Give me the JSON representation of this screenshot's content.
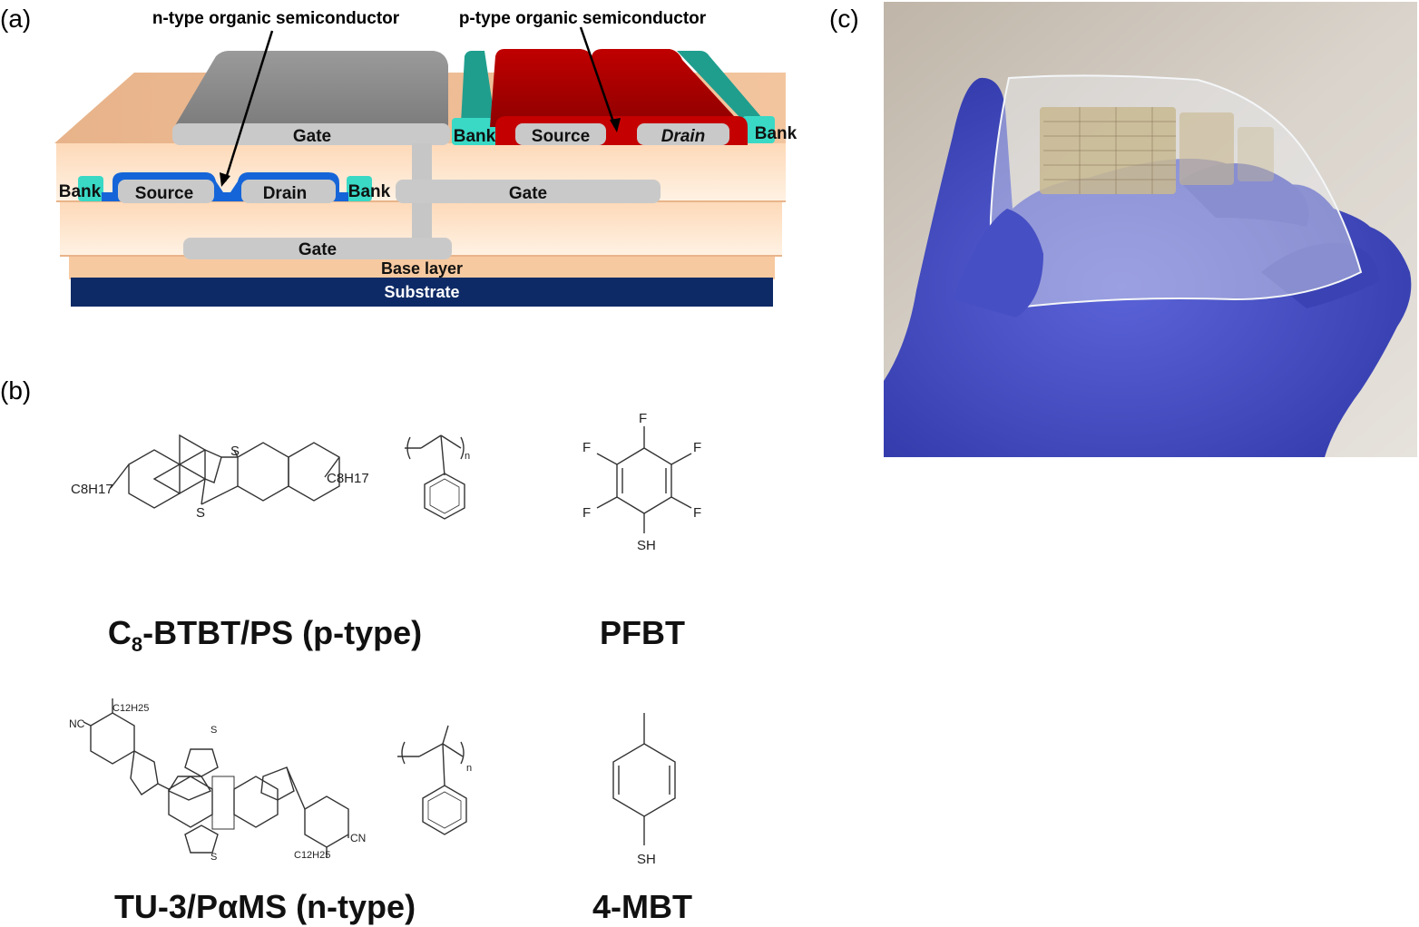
{
  "panels": {
    "a": "(a)",
    "b": "(b)",
    "c": "(c)"
  },
  "device": {
    "n_type_label": "n-type organic semiconductor",
    "p_type_label": "p-type organic semiconductor",
    "top_gate": "Gate",
    "bank": "Bank",
    "source": "Source",
    "drain": "Drain",
    "middle_gate": "Gate",
    "bottom_gate": "Gate",
    "base_layer": "Base layer",
    "substrate": "Substrate"
  },
  "molecules": {
    "c8_btbt_sub": "C8H17",
    "s_atom": "S",
    "f_atom": "F",
    "sh_group": "SH",
    "n_sub": "n",
    "nc_group": "NC",
    "cn_group": "CN",
    "c12_sub": "C12H25"
  },
  "captions": {
    "c8btbt_prefix": "C",
    "c8btbt_subscript": "8",
    "c8btbt_rest": "-BTBT/PS (p-type)",
    "pfbt": "PFBT",
    "tu3": "TU-3/PαMS (n-type)",
    "mbt": "4-MBT"
  },
  "colors": {
    "substrate": "#0e2a66",
    "base": "#f7c9a0",
    "gate_gray": "#c6c6c6",
    "gate_dark": "#8f8f8f",
    "p_semiconductor": "#b40000",
    "n_semiconductor": "#1565d8",
    "bank": "#2ec4b0",
    "glove": "#4a52c8",
    "wall": "#cfc8bf"
  }
}
